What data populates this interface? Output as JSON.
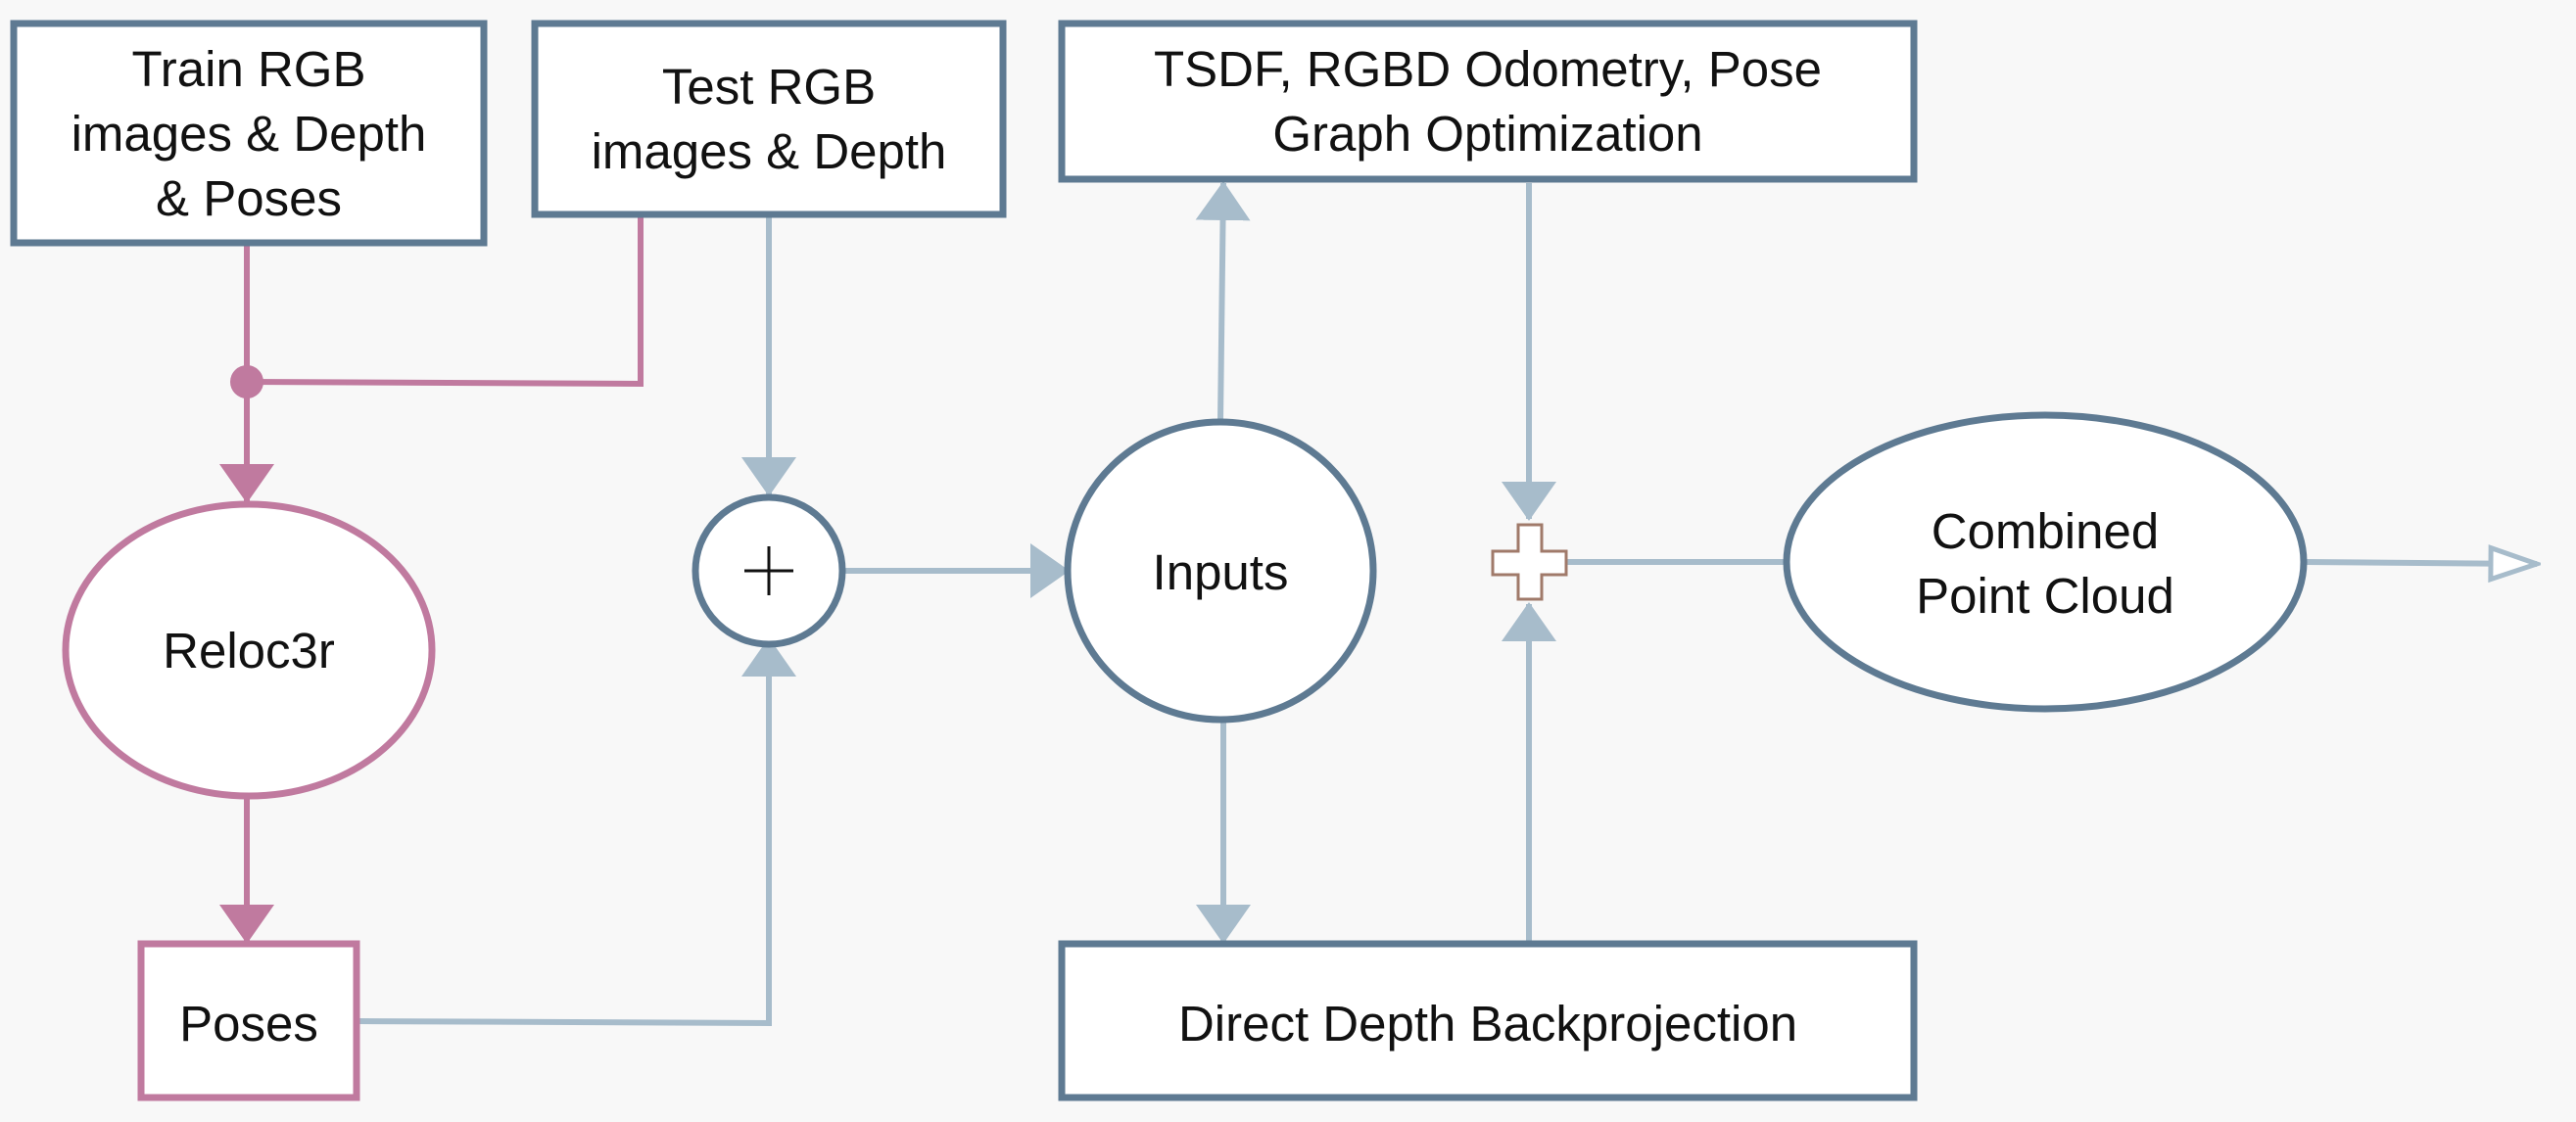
{
  "nodes": {
    "train": {
      "lines": [
        "Train RGB",
        "images & Depth",
        "& Poses"
      ]
    },
    "test": {
      "lines": [
        "Test RGB",
        "images & Depth"
      ]
    },
    "tsdf": {
      "lines": [
        "TSDF, RGBD Odometry, Pose",
        "Graph Optimization"
      ]
    },
    "reloc": {
      "lines": [
        "Reloc3r"
      ]
    },
    "inputs": {
      "lines": [
        "Inputs"
      ]
    },
    "combined": {
      "lines": [
        "Combined",
        "Point Cloud"
      ]
    },
    "poses": {
      "lines": [
        "Poses"
      ]
    },
    "backproj": {
      "lines": [
        "Direct Depth Backprojection"
      ]
    }
  },
  "colors": {
    "background": "#f8f8f8",
    "node_border": "#5e7a92",
    "reloc_path": "#c07a9f",
    "flow_edge": "#a7bccb",
    "merge_plus": "#a07a6a",
    "text": "#111111"
  },
  "icons": {
    "sum_junction": "plus-circle-icon",
    "merge_junction": "plus-outline-icon",
    "fork_junction": "filled-dot-icon"
  }
}
